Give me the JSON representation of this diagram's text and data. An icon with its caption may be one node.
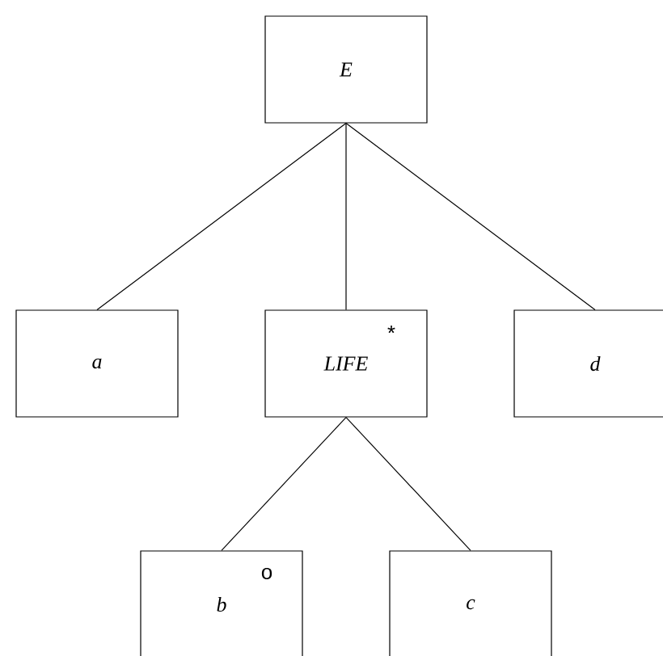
{
  "diagram": {
    "nodes": [
      {
        "text": [
          "E"
        ]
      },
      {
        "text": [
          "a"
        ]
      },
      {
        "text": [
          "LIFE",
          "*"
        ]
      },
      {
        "text": [
          "d"
        ]
      },
      {
        "text": [
          "b",
          "o"
        ]
      },
      {
        "text": [
          "c"
        ]
      }
    ],
    "edges": [
      {
        "from": 0,
        "to": 1,
        "arrow": "none"
      },
      {
        "from": 0,
        "to": 2,
        "arrow": "none"
      },
      {
        "from": 0,
        "to": 3,
        "arrow": "none"
      },
      {
        "from": 2,
        "to": 4,
        "arrow": "none"
      },
      {
        "from": 2,
        "to": 5,
        "arrow": "none"
      }
    ]
  }
}
